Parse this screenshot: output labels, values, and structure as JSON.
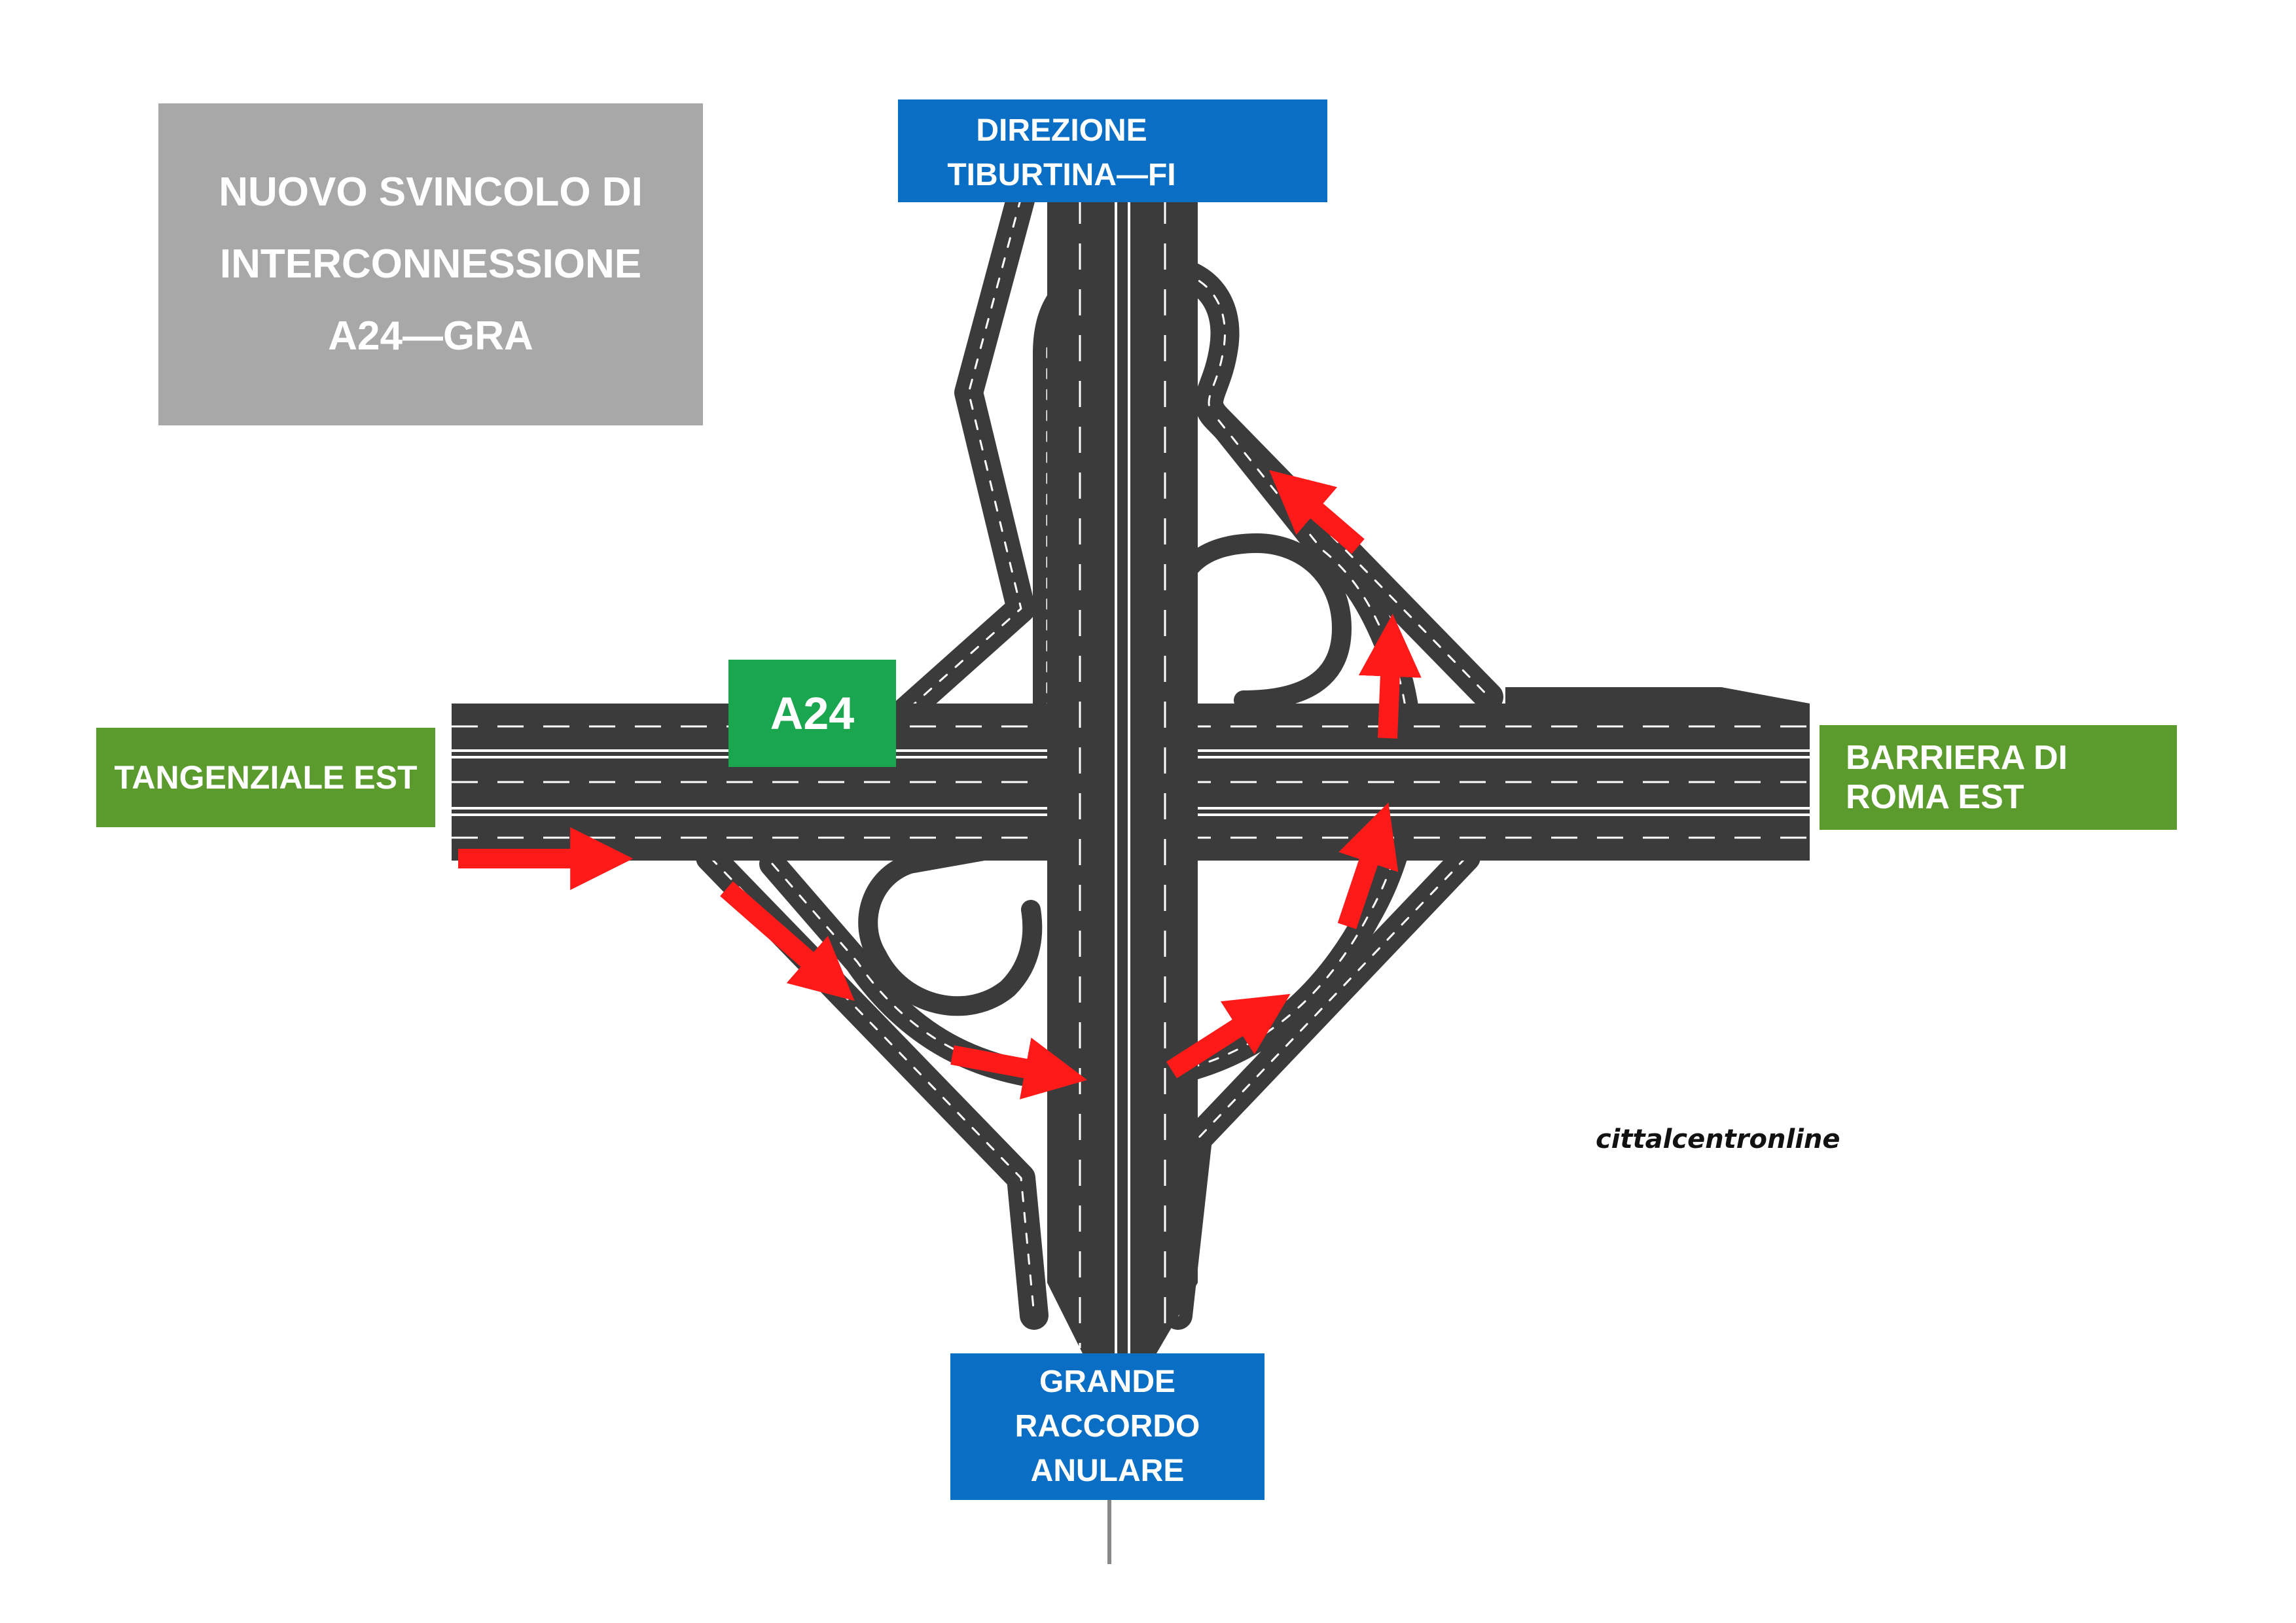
{
  "title": {
    "line1": "NUOVO SVINCOLO DI",
    "line2": "INTERCONNESSIONE",
    "line3": "A24—GRA"
  },
  "signs": {
    "north": {
      "line1": "DIREZIONE",
      "line2": "TIBURTINA—FI"
    },
    "south": {
      "line1": "GRANDE",
      "line2": "RACCORDO",
      "line3": "ANULARE"
    },
    "west": "TANGENZIALE EST",
    "east": {
      "line1": "BARRIERA DI",
      "line2": "ROMA EST"
    },
    "highway_badge": "A24"
  },
  "credit": "cittalcentronline",
  "colors": {
    "road": "#3b3b3b",
    "marking": "#ffffff",
    "route_arrow": "#ff1a1a",
    "title_bg": "#a8a8a8",
    "blue_sign": "#0a6fc4",
    "green_sign": "#5b9a2c",
    "a24_badge": "#1aa64e"
  },
  "icons": [
    "up-arrow-icon",
    "route-arrow-icon"
  ]
}
